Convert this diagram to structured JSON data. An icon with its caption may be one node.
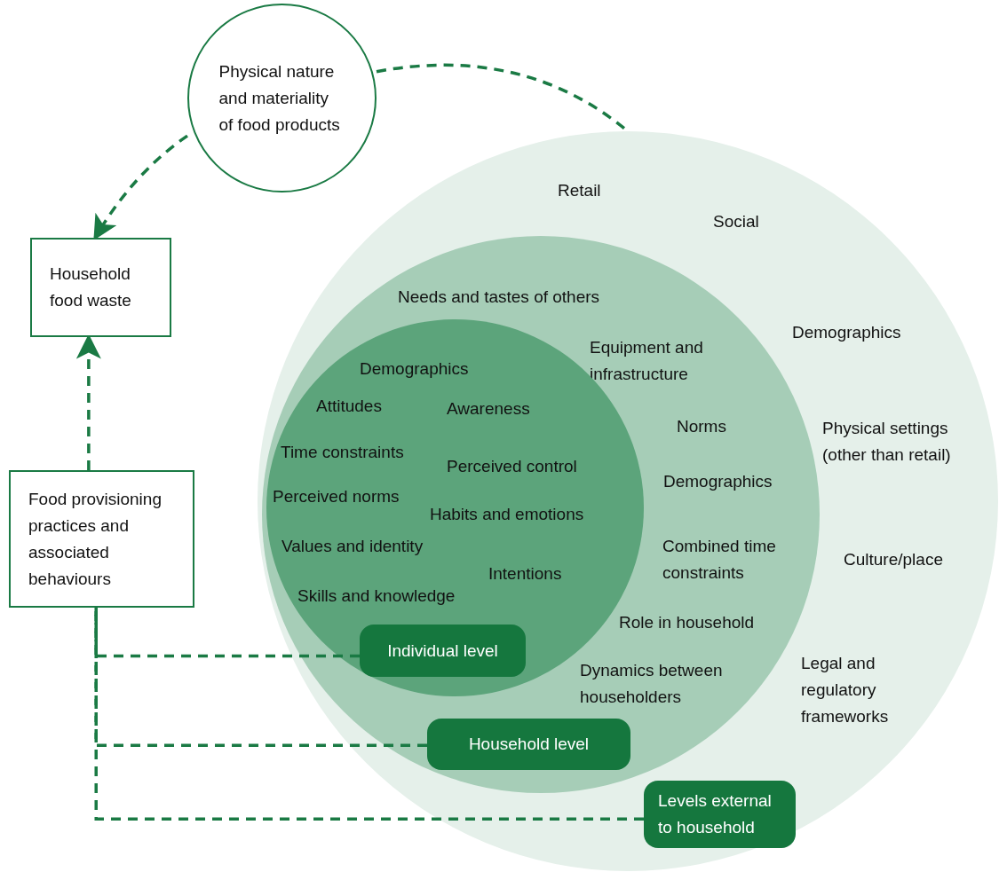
{
  "diagram": {
    "nodes": [
      {
        "text": [
          "Physical nature and materiality of food products"
        ]
      },
      {
        "text": [
          "Household food waste"
        ]
      },
      {
        "text": [
          "Food provisioning practices and associated behaviours"
        ]
      },
      {
        "text": [
          "Retail",
          "Social",
          "Demographics",
          "Physical settings (other than retail)",
          "Culture/place",
          "Legal and regulatory frameworks"
        ]
      },
      {
        "text": [
          "Needs and tastes of others",
          "Equipment and infrastructure",
          "Norms",
          "Demographics",
          "Combined time constraints",
          "Role in household",
          "Dynamics between householders"
        ],
        "in": 3
      },
      {
        "text": [
          "Demographics",
          "Attitudes",
          "Awareness",
          "Time constraints",
          "Perceived control",
          "Perceived norms",
          "Habits and emotions",
          "Values and identity",
          "Intentions",
          "Skills and knowledge"
        ],
        "in": 4
      },
      {
        "text": [
          "Individual level"
        ],
        "in": 5
      },
      {
        "text": [
          "Household level"
        ],
        "in": 4
      },
      {
        "text": [
          "Levels external to household"
        ],
        "in": 3
      }
    ],
    "edges": [
      {
        "from": 0,
        "to": 1,
        "arrow": "to",
        "style": "dashed"
      },
      {
        "from": 0,
        "to": 3,
        "arrow": "none",
        "style": "dashed"
      },
      {
        "from": 2,
        "to": 1,
        "arrow": "to",
        "style": "dashed"
      },
      {
        "from": 6,
        "to": 2,
        "arrow": "none",
        "style": "dashed"
      },
      {
        "from": 7,
        "to": 2,
        "arrow": "none",
        "style": "dashed"
      },
      {
        "from": 8,
        "to": 2,
        "arrow": "none",
        "style": "dashed"
      }
    ]
  }
}
